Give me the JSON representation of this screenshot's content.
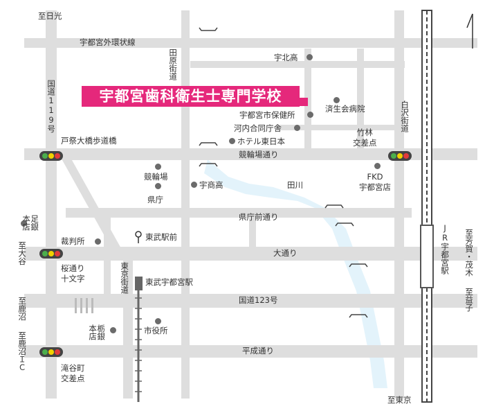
{
  "school": {
    "name": "宇都宮歯科衛生士専門学校"
  },
  "roads": {
    "outer_ring": "宇都宮外環状線",
    "kyorinjo": "競輪場通り",
    "kencho_mae": "県庁前通り",
    "odori": "大通り",
    "kokudo123": "国道123号",
    "heisei": "平成通り",
    "kokudo119": "国道119号",
    "tahara": "田原街道",
    "shirasawa": "白沢街道",
    "tokyo_kaido": "東京街道"
  },
  "places": {
    "ubokuko": "宇北高",
    "saiseikai": "済生会病院",
    "hokenjo": "宇都宮市保健所",
    "godo": "河内合同庁舎",
    "hotel": "ホテル東日本",
    "keirinjo": "競輪場",
    "usho": "宇商高",
    "kencho": "県庁",
    "tagawa": "田川",
    "saibansho": "裁判所",
    "tobu_ekimae": "東武駅前",
    "tobu_station": "東武宇都宮駅",
    "shiyakusho": "市役所",
    "tochigin_honten": "栃銀\n本店",
    "ashigin": "足銀\n本店",
    "fkd": "FKD\n宇都宮店",
    "jr_station": "JR宇都宮駅"
  },
  "intersections": {
    "tosai": "戸祭大橋歩道橋",
    "takebayashi": "竹林\n交差点",
    "sakuradori": "桜通り\n十文字",
    "takinoya": "滝谷町\n交差点"
  },
  "directions": {
    "nikko": "至日光",
    "oya": "至大谷",
    "kanuma1": "至鹿沼",
    "kanuma_ic": "至鹿沼ＩＣ",
    "tokyo": "至東京",
    "haga": "至芳賀・茂木",
    "mashiko": "至益子"
  },
  "compass": "N"
}
